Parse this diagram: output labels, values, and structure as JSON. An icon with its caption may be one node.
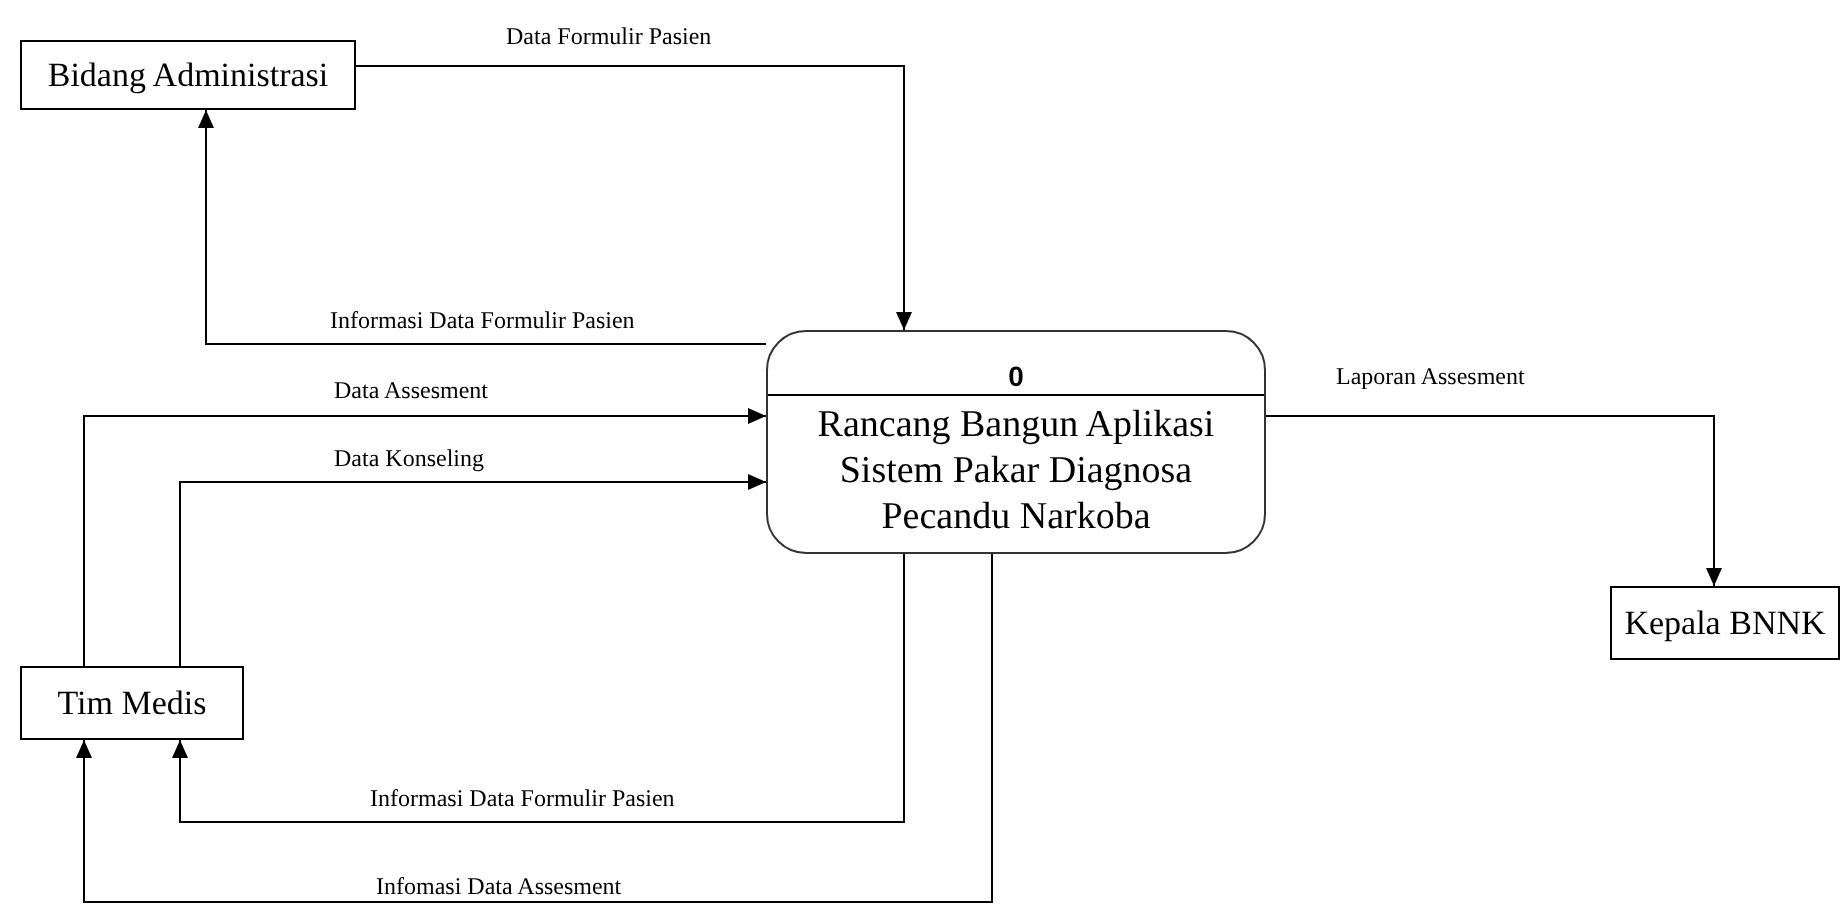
{
  "diagram": {
    "nodes": [
      {
        "text": [
          "Bidang Administrasi"
        ]
      },
      {
        "text": [
          "0",
          "Rancang Bangun Aplikasi Sistem Pakar Diagnosa Pecandu Narkoba"
        ]
      },
      {
        "text": [
          "Kepala BNNK"
        ]
      },
      {
        "text": [
          "Tim Medis"
        ]
      }
    ],
    "edges": [
      {
        "from": 0,
        "to": 1,
        "arrow": "to",
        "label": "Data Formulir Pasien"
      },
      {
        "from": 1,
        "to": 0,
        "arrow": "to",
        "label": "Informasi Data Formulir Pasien"
      },
      {
        "from": 3,
        "to": 1,
        "arrow": "to",
        "label": "Data Assesment"
      },
      {
        "from": 3,
        "to": 1,
        "arrow": "to",
        "label": "Data Konseling"
      },
      {
        "from": 1,
        "to": 3,
        "arrow": "to",
        "label": "Informasi Data Formulir Pasien"
      },
      {
        "from": 1,
        "to": 3,
        "arrow": "to",
        "label": "Infomasi Data Assesment"
      },
      {
        "from": 1,
        "to": 2,
        "arrow": "to",
        "label": "Laporan Assesment"
      }
    ]
  }
}
